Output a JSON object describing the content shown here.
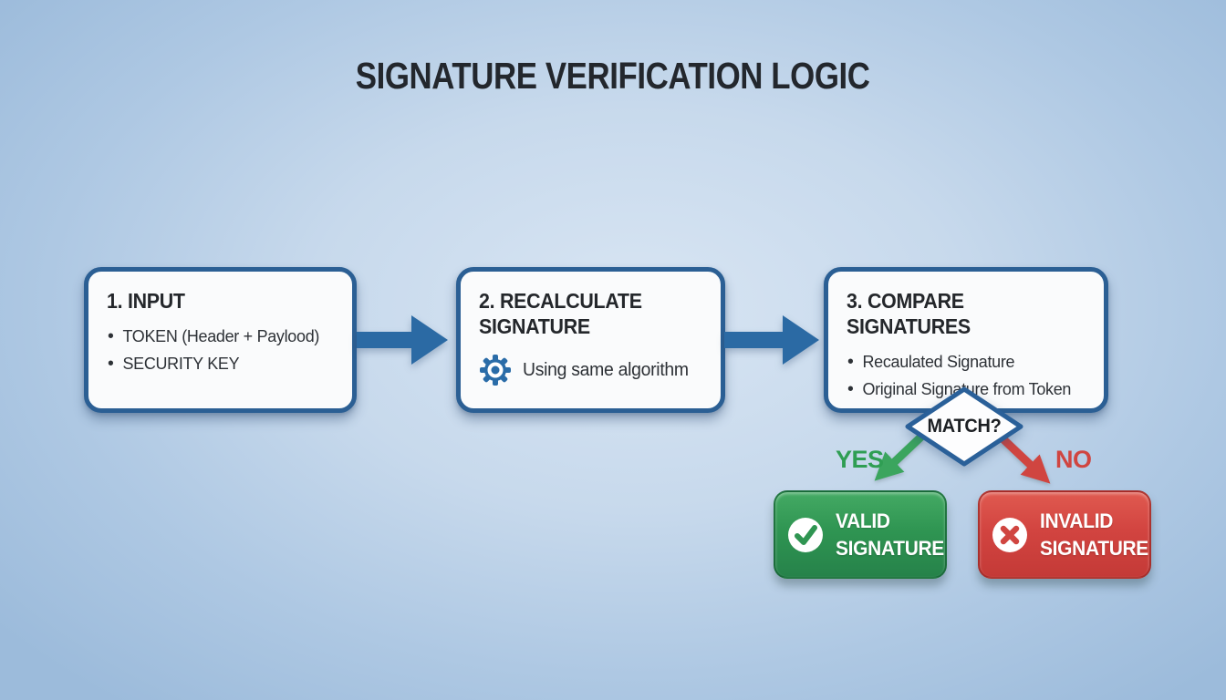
{
  "title": "SIGNATURE VERIFICATION LOGIC",
  "steps": [
    {
      "heading": "1. INPUT",
      "bullets": [
        "TOKEN (Header + Paylood)",
        "SECURITY KEY"
      ]
    },
    {
      "heading": "2. RECALCULATE SIGNATURE",
      "note": "Using same algorithm"
    },
    {
      "heading": "3. COMPARE SIGNATURES",
      "bullets": [
        "Recaulated Signature",
        "Original Signature from Token"
      ]
    }
  ],
  "decision": {
    "label": "MATCH?",
    "yes": "YES",
    "no": "NO"
  },
  "outcomes": {
    "valid": {
      "label": "VALID SIGNATURE"
    },
    "invalid": {
      "label": "INVALID SIGNATURE"
    }
  },
  "icons": {
    "step2": "gear-icon",
    "valid": "check-circle-icon",
    "invalid": "x-circle-icon"
  },
  "colors": {
    "box_border_blue": "#2b5f94",
    "arrow_blue": "#2b6aa4",
    "yes_green": "#2f9e53",
    "no_red": "#d04540",
    "valid_bg": "#2f9552",
    "invalid_bg": "#d24440",
    "background_blue": "#aec8e3",
    "title_text": "#23272d"
  }
}
